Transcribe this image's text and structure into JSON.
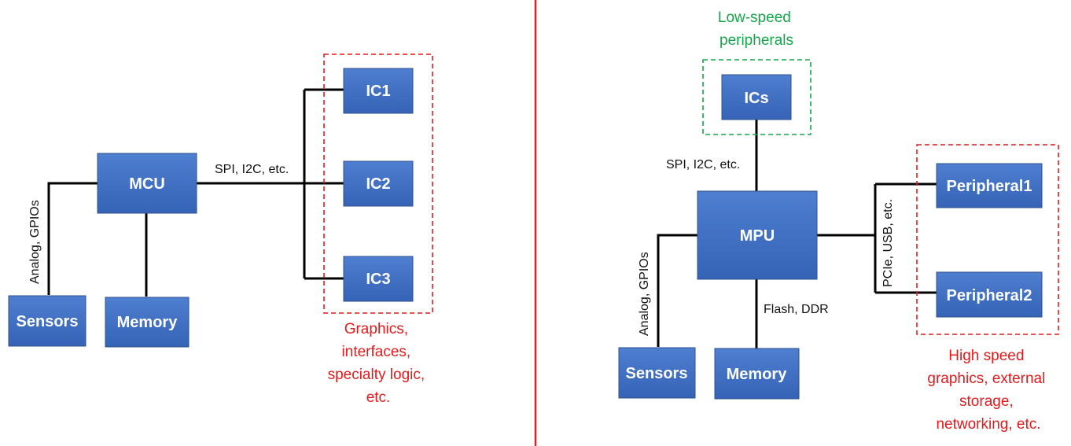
{
  "colors": {
    "block_top": "#4f7fd0",
    "block_bottom": "#3563b6",
    "block_border": "#2f528f",
    "divider": "#d9222a",
    "red_annotation": "#e41a1c",
    "green_annotation": "#12a84a"
  },
  "left": {
    "mcu": "MCU",
    "sensors": "Sensors",
    "memory": "Memory",
    "ic1": "IC1",
    "ic2": "IC2",
    "ic3": "IC3",
    "bus_label": "SPI, I2C, etc.",
    "analog_label": "Analog, GPIOs",
    "annotation_lines": [
      "Graphics,",
      "interfaces,",
      "specialty logic,",
      "etc."
    ]
  },
  "right": {
    "mpu": "MPU",
    "ics": "ICs",
    "sensors": "Sensors",
    "memory": "Memory",
    "peripheral1": "Peripheral1",
    "peripheral2": "Peripheral2",
    "bus_label": "SPI, I2C, etc.",
    "analog_label": "Analog, GPIOs",
    "memory_bus_label": "Flash, DDR",
    "pcie_label": "PCIe, USB, etc.",
    "low_speed_lines": [
      "Low-speed",
      "peripherals"
    ],
    "high_speed_lines": [
      "High speed",
      "graphics, external",
      "storage,",
      "networking, etc."
    ]
  }
}
